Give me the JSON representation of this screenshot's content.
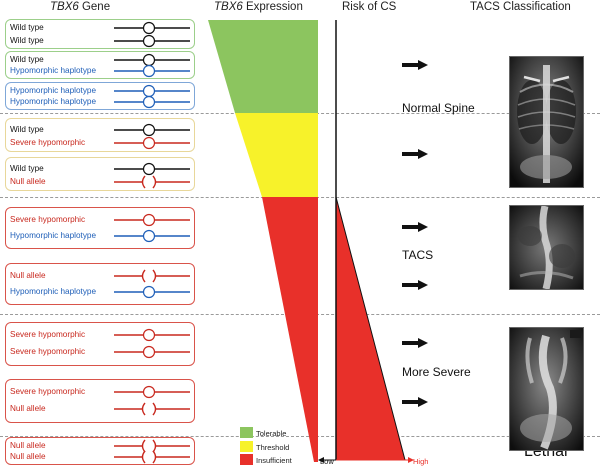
{
  "headers": {
    "gene_gene": "TBX6",
    "gene_rest": " Gene",
    "expression_gene": "TBX6",
    "expression_rest": " Expression",
    "risk": "Risk of CS",
    "tacs": "TACS Classification"
  },
  "colors": {
    "wild": "#111111",
    "hypo": "#1f5fb8",
    "severe": "#c8281e",
    "null": "#c8281e",
    "green": "#8cc55f",
    "yellow": "#f7f22a",
    "red": "#e8302a",
    "box_green": "#9ccf8a",
    "box_blue": "#7fa7d8",
    "box_yellow": "#e8d79a",
    "box_red": "#d9534a"
  },
  "genotypes": [
    {
      "alleles": [
        {
          "label": "Wild type",
          "type": "wild"
        },
        {
          "label": "Wild type",
          "type": "wild"
        }
      ],
      "border": "box_green"
    },
    {
      "alleles": [
        {
          "label": "Wild type",
          "type": "wild"
        },
        {
          "label": "Hypomorphic haplotype",
          "type": "hypo"
        }
      ],
      "border": "box_green"
    },
    {
      "alleles": [
        {
          "label": "Hypomorphic haplotype",
          "type": "hypo"
        },
        {
          "label": "Hypomorphic haplotype",
          "type": "hypo"
        }
      ],
      "border": "box_blue"
    },
    {
      "alleles": [
        {
          "label": "Wild type",
          "type": "wild"
        },
        {
          "label": "Severe hypomorphic",
          "type": "severe"
        }
      ],
      "border": "box_yellow"
    },
    {
      "alleles": [
        {
          "label": "Wild type",
          "type": "wild"
        },
        {
          "label": "Null allele",
          "type": "null"
        }
      ],
      "border": "box_yellow"
    },
    {
      "alleles": [
        {
          "label": "Severe hypomorphic",
          "type": "severe"
        },
        {
          "label": "Hypomorphic haplotype",
          "type": "hypo"
        }
      ],
      "border": "box_red"
    },
    {
      "alleles": [
        {
          "label": "Null allele",
          "type": "null"
        },
        {
          "label": "Hypomorphic haplotype",
          "type": "hypo"
        }
      ],
      "border": "box_red"
    },
    {
      "alleles": [
        {
          "label": "Severe hypomorphic",
          "type": "severe"
        },
        {
          "label": "Severe hypomorphic",
          "type": "severe"
        }
      ],
      "border": "box_red"
    },
    {
      "alleles": [
        {
          "label": "Severe hypomorphic",
          "type": "severe"
        },
        {
          "label": "Null allele",
          "type": "null"
        }
      ],
      "border": "box_red"
    },
    {
      "alleles": [
        {
          "label": "Null allele",
          "type": "null"
        },
        {
          "label": "Null allele",
          "type": "null"
        }
      ],
      "border": "box_red"
    }
  ],
  "legend": [
    {
      "label": "Tolerable",
      "color": "green"
    },
    {
      "label": "Threshold",
      "color": "yellow"
    },
    {
      "label": "Insufficient",
      "color": "red"
    }
  ],
  "risk_axis": {
    "low": "Low",
    "high": "High"
  },
  "classes": {
    "normal": "Normal Spine",
    "tacs": "TACS",
    "severe": "More Severe",
    "lethal": "Lethal"
  }
}
